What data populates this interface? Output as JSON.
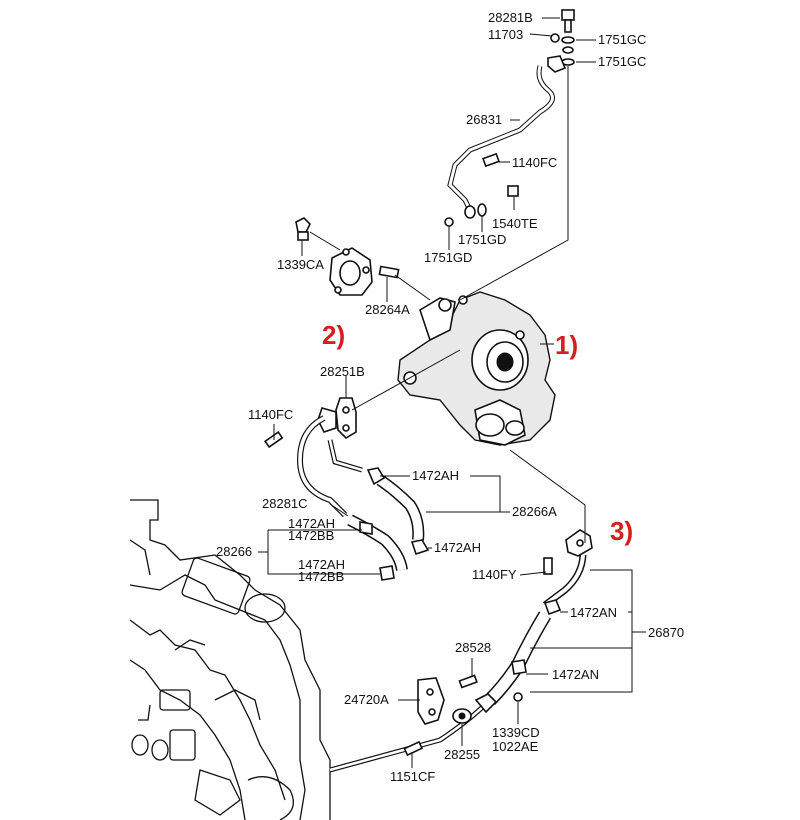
{
  "diagram": {
    "labels": {
      "l28281B": "28281B",
      "l11703": "11703",
      "l1751GC_a": "1751GC",
      "l1751GC_b": "1751GC",
      "l26831": "26831",
      "l1140FC_top": "1140FC",
      "l1540TE": "1540TE",
      "l1751GD_a": "1751GD",
      "l1751GD_b": "1751GD",
      "l1339CA": "1339CA",
      "l28264A": "28264A",
      "l28251B": "28251B",
      "l1140FC_mid": "1140FC",
      "l1472AH_a": "1472AH",
      "l28281C": "28281C",
      "l28266A": "28266A",
      "l1472AH_b": "1472AH",
      "l1472BB_b": "1472BB",
      "l1472AH_c": "1472AH",
      "l28266": "28266",
      "l1472AH_d": "1472AH",
      "l1472BB_d": "1472BB",
      "l1140FY": "1140FY",
      "l1472AN_a": "1472AN",
      "l26870": "26870",
      "l1472AN_b": "1472AN",
      "l28528": "28528",
      "l24720A": "24720A",
      "l1339CD": "1339CD",
      "l1022AE": "1022AE",
      "l28255": "28255",
      "l1151CF": "1151CF"
    },
    "callouts": {
      "c1": "1)",
      "c2": "2)",
      "c3": "3)"
    },
    "colors": {
      "callout": "#d21f1f",
      "line": "#111111"
    }
  }
}
